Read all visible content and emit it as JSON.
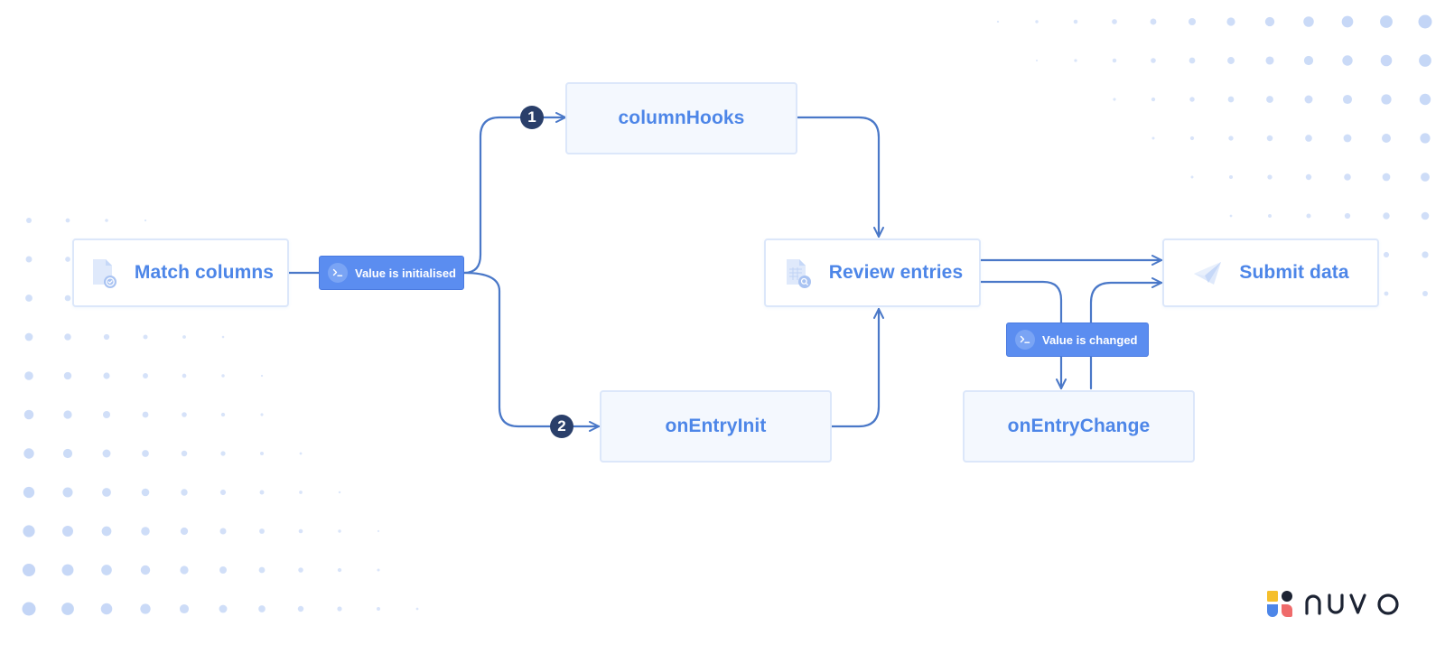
{
  "diagram": {
    "nodes": {
      "match_columns": {
        "label": "Match columns",
        "icon": "document-check-icon"
      },
      "column_hooks": {
        "label": "columnHooks"
      },
      "on_entry_init": {
        "label": "onEntryInit"
      },
      "review_entries": {
        "label": "Review entries",
        "icon": "table-search-icon"
      },
      "on_entry_change": {
        "label": "onEntryChange"
      },
      "submit_data": {
        "label": "Submit data",
        "icon": "paper-plane-icon"
      }
    },
    "triggers": {
      "value_initialised": {
        "label": "Value is initialised",
        "icon": "terminal-icon"
      },
      "value_changed": {
        "label": "Value is changed",
        "icon": "terminal-icon"
      }
    },
    "steps": {
      "first": "1",
      "second": "2"
    }
  },
  "brand": {
    "name": "nuvo",
    "mark_colors": [
      "#f5bf2c",
      "#1c2333",
      "#4d86e8",
      "#ef6b6b"
    ]
  },
  "colors": {
    "node_text": "#4d86e8",
    "node_bg": "#f4f8fe",
    "connector": "#4a78c8",
    "trigger_bg": "#5b8df0",
    "step_bg": "#2a3f6a"
  }
}
